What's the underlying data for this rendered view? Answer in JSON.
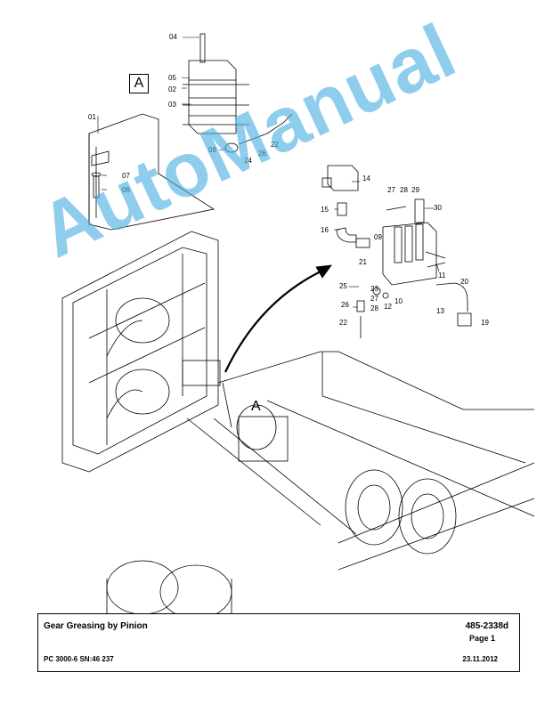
{
  "document": {
    "title": "Gear Greasing by Pinion",
    "doc_number": "485-2338d",
    "page": "Page 1",
    "model": "PC 3000-6 SN:46 237",
    "date": "23.11.2012"
  },
  "watermark": "AutoManual",
  "detail_label": "A",
  "callouts": {
    "c04": "04",
    "c05": "05",
    "c02": "02",
    "c03": "03",
    "c01": "01",
    "c08": "08",
    "c24": "24",
    "c26": "26",
    "c22a": "22",
    "c07": "07",
    "c06": "06",
    "c14": "14",
    "c27a": "27",
    "c28a": "28",
    "c29": "29",
    "c30": "30",
    "c15": "15",
    "c16": "16",
    "c09": "09",
    "c21": "21",
    "c11": "11",
    "c25": "25",
    "c23": "23",
    "c27b": "27",
    "c10": "10",
    "c12": "12",
    "c26b": "26",
    "c28b": "28",
    "c20": "20",
    "c13": "13",
    "c19": "19",
    "c22b": "22"
  },
  "colors": {
    "watermark": "#4aaee2",
    "line": "#000000"
  }
}
